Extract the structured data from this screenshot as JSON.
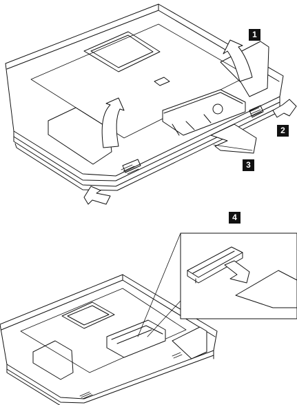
{
  "callouts": [
    "1",
    "2",
    "3",
    "4"
  ],
  "colors": {
    "line": "#111111",
    "paper": "#ffffff",
    "label_bg": "#111111"
  }
}
